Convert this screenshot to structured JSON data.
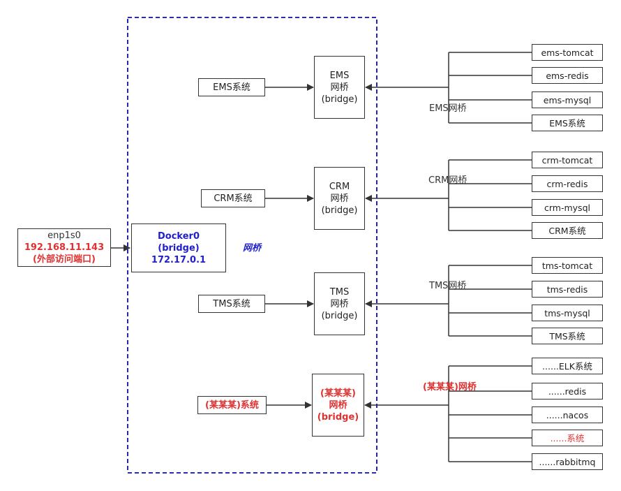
{
  "colors": {
    "line": "#333333",
    "dash": "#0b0bb0",
    "red": "#e03131",
    "blue": "#1f1fcc"
  },
  "host": {
    "name": "enp1s0",
    "ip": "192.168.11.143",
    "note": "(外部访问端口)"
  },
  "docker0": {
    "name": "Docker0",
    "type": "(bridge)",
    "ip": "172.17.0.1"
  },
  "zone_label": "网桥",
  "groups": [
    {
      "system": "EMS系统",
      "bridge": [
        "EMS",
        "网桥",
        "(bridge)"
      ],
      "bridge_label": "EMS网桥",
      "services": [
        "ems-tomcat",
        "ems-redis",
        "ems-mysql",
        "EMS系统"
      ]
    },
    {
      "system": "CRM系统",
      "bridge": [
        "CRM",
        "网桥",
        "(bridge)"
      ],
      "bridge_label": "CRM网桥",
      "services": [
        "crm-tomcat",
        "crm-redis",
        "crm-mysql",
        "CRM系统"
      ]
    },
    {
      "system": "TMS系统",
      "bridge": [
        "TMS",
        "网桥",
        "(bridge)"
      ],
      "bridge_label": "TMS网桥",
      "services": [
        "tms-tomcat",
        "tms-redis",
        "tms-mysql",
        "TMS系统"
      ]
    },
    {
      "system": "(某某某)系统",
      "bridge": [
        "(某某某)",
        "网桥",
        "(bridge)"
      ],
      "bridge_label": "(某某某)网桥",
      "services": [
        "......ELK系统",
        "......redis",
        "......nacos",
        "......系统",
        "......rabbitmq"
      ]
    }
  ]
}
